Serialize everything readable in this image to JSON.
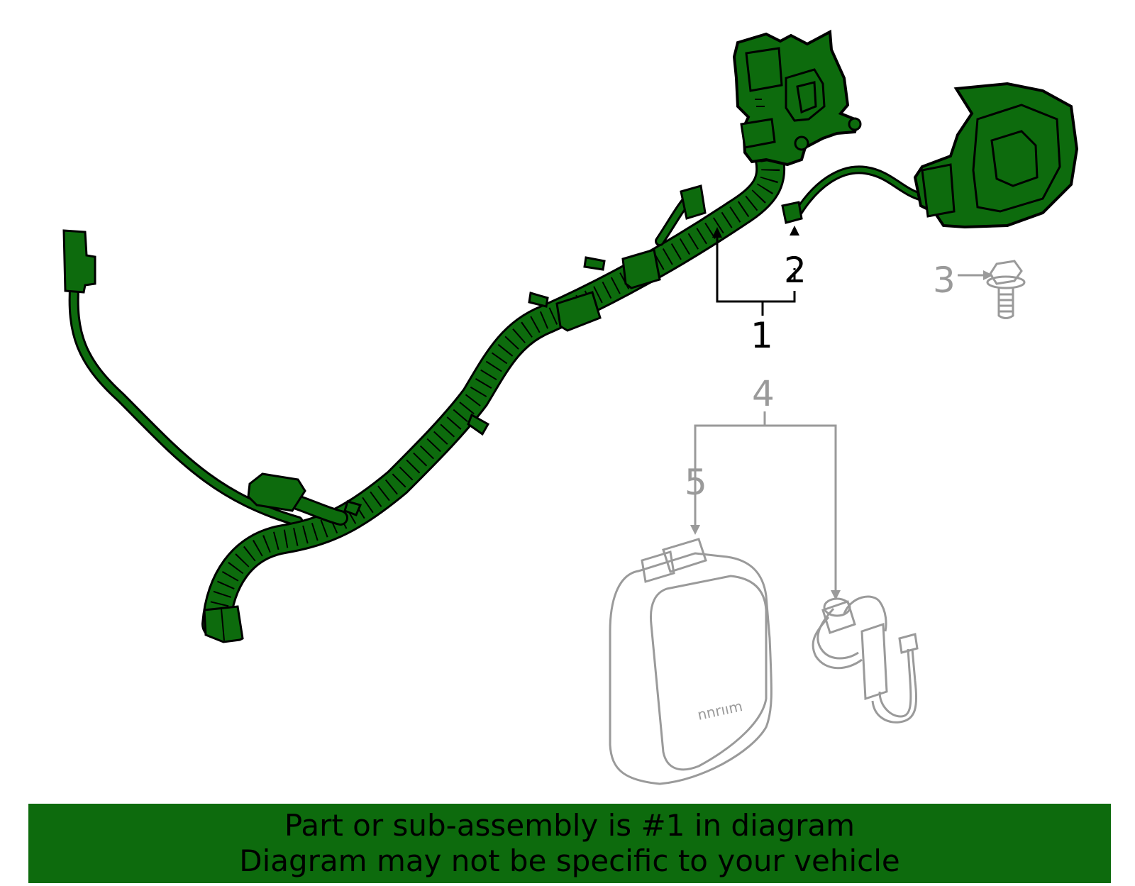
{
  "callouts": {
    "c1": "1",
    "c2": "2",
    "c3": "3",
    "c4": "4",
    "c5": "5"
  },
  "notice": {
    "line1": "Part or sub-assembly is #1 in diagram",
    "line2": "Diagram may not be specific to your vehicle"
  },
  "module_label": "nnrıım",
  "colors": {
    "highlight": "#0d6b0d",
    "outline": "#000000",
    "ghost": "#9a9a9a"
  }
}
